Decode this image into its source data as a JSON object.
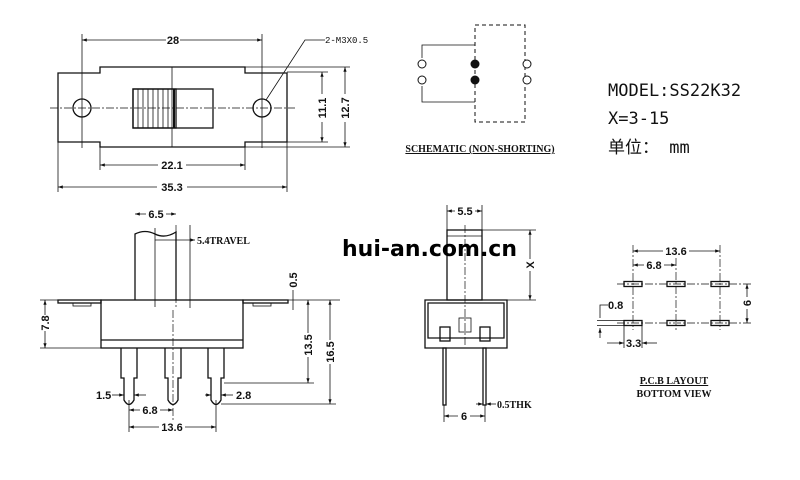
{
  "watermark": "hui-an.com.cn",
  "model": {
    "name": "MODEL:SS22K32",
    "x_range": "X=3-15",
    "unit": "单位： mm"
  },
  "schematic": {
    "label": "SCHEMATIC (NON-SHORTING)"
  },
  "top_view": {
    "hole_spacing": "28",
    "hole_callout": "2-M3X0.5",
    "inner_height": "11.1",
    "outer_height": "12.7",
    "body_length": "22.1",
    "overall_length": "35.3"
  },
  "side_view": {
    "actuator_width": "6.5",
    "travel": "5.4TRAVEL",
    "plate_thk": "0.5",
    "body_height": "7.8",
    "pin_height": "13.5",
    "total_height": "16.5",
    "pin_dia": "1.5",
    "pin_len_tip": "2.8",
    "pin_pitch": "6.8",
    "pin_span": "13.6"
  },
  "front_view": {
    "actuator_width": "5.5",
    "actuator_height": "X",
    "thickness": "0.5THK",
    "pin_spacing": "6"
  },
  "pcb": {
    "span": "13.6",
    "pitch": "6.8",
    "row_spacing": "6",
    "slot_width": "0.8",
    "slot_length": "3.3",
    "title": "P.C.B LAYOUT",
    "subtitle": "BOTTOM VIEW"
  }
}
